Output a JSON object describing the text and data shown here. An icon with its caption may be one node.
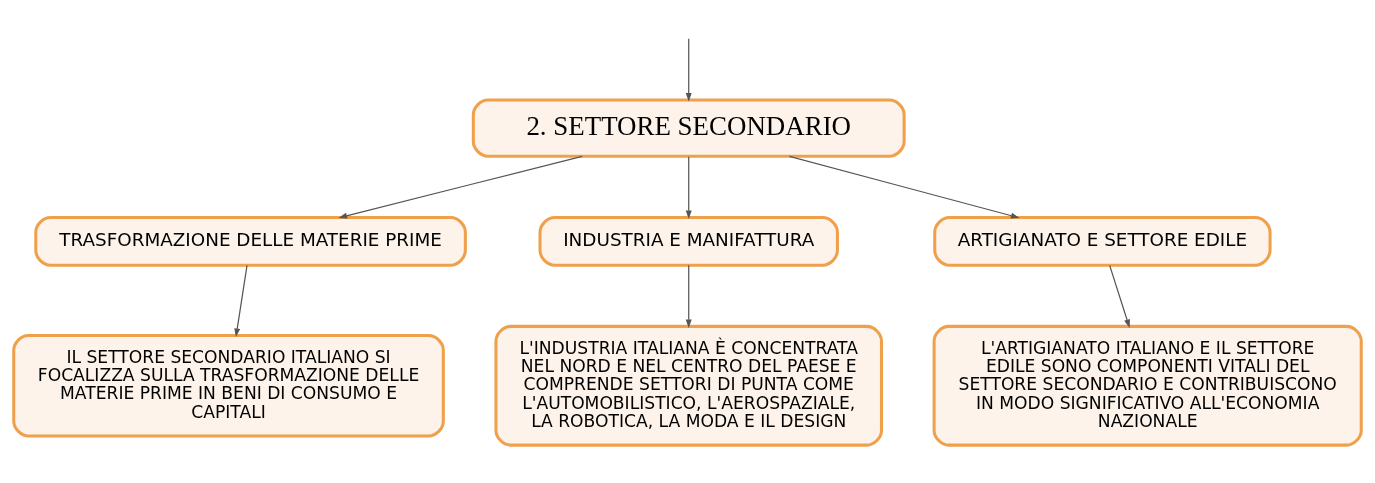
{
  "diagram": {
    "nodes": [
      {
        "text": [
          "2. SETTORE SECONDARIO"
        ]
      },
      {
        "text": [
          "TRASFORMAZIONE DELLE MATERIE PRIME"
        ]
      },
      {
        "text": [
          "INDUSTRIA E MANIFATTURA"
        ]
      },
      {
        "text": [
          "ARTIGIANATO E SETTORE EDILE"
        ]
      },
      {
        "text": [
          "IL SETTORE SECONDARIO ITALIANO SI FOCALIZZA SULLA TRASFORMAZIONE DELLE MATERIE PRIME IN BENI DI CONSUMO E CAPITALI"
        ]
      },
      {
        "text": [
          "L'INDUSTRIA ITALIANA È CONCENTRATA NEL NORD E NEL CENTRO DEL PAESE E COMPRENDE SETTORI DI PUNTA COME L'AUTOMOBILISTICO, L'AEROSPAZIALE, LA ROBOTICA, LA MODA E IL DESIGN"
        ]
      },
      {
        "text": [
          "L'ARTIGIANATO ITALIANO E IL SETTORE EDILE SONO COMPONENTI VITALI DEL SETTORE SECONDARIO E CONTRIBUISCONO IN MODO SIGNIFICATIVO ALL'ECONOMIA NAZIONALE"
        ]
      }
    ],
    "edges": [
      {
        "from": null,
        "to": 0,
        "arrow": "to"
      },
      {
        "from": 0,
        "to": 1,
        "arrow": "to"
      },
      {
        "from": 0,
        "to": 2,
        "arrow": "to"
      },
      {
        "from": 0,
        "to": 3,
        "arrow": "to"
      },
      {
        "from": 1,
        "to": 4,
        "arrow": "to"
      },
      {
        "from": 2,
        "to": 5,
        "arrow": "to"
      },
      {
        "from": 3,
        "to": 6,
        "arrow": "to"
      }
    ]
  }
}
